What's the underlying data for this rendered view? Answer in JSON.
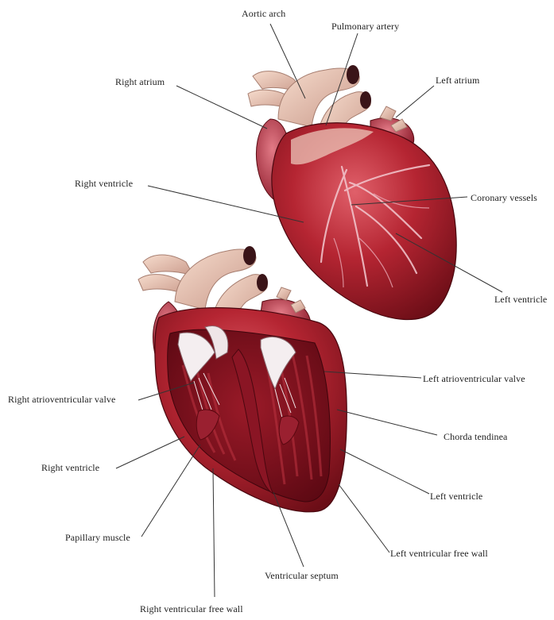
{
  "upper_heart_labels": {
    "aortic_arch": "Aortic arch",
    "pulmonary_artery": "Pulmonary artery",
    "right_atrium": "Right atrium",
    "left_atrium": "Left atrium",
    "right_ventricle": "Right ventricle",
    "coronary_vessels": "Coronary vessels",
    "left_ventricle": "Left ventricle"
  },
  "lower_heart_labels": {
    "right_av_valve": "Right atrioventricular valve",
    "left_av_valve": "Left atrioventricular valve",
    "chorda_tendinea": "Chorda tendinea",
    "right_ventricle": "Right ventricle",
    "left_ventricle": "Left ventricle",
    "papillary_muscle": "Papillary muscle",
    "left_ventricular_free_wall": "Left ventricular free wall",
    "ventricular_septum": "Ventricular septum",
    "right_ventricular_free_wall": "Right ventricular free wall"
  },
  "colors": {
    "myocardium": "#a8202c",
    "myocardium_dark": "#6e0f18",
    "myocardium_light": "#d9505a",
    "vessel": "#ecc9b8",
    "vessel_shade": "#c99c8a",
    "interior": "#7a0f1c",
    "valve": "#f4eef0",
    "line": "#333333"
  }
}
